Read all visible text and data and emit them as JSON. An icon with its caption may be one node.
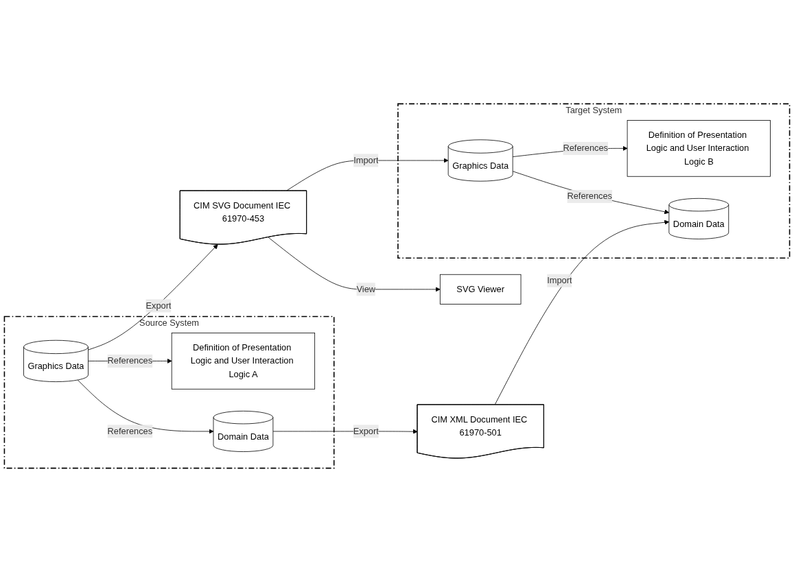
{
  "diagram": {
    "nodes": [
      {
        "text": [
          "Source System"
        ]
      },
      {
        "text": [
          "Definition of Presentation Logic and User Interaction Logic A"
        ],
        "in": 0
      },
      {
        "text": [
          "Graphics Data"
        ],
        "in": 0
      },
      {
        "text": [
          "Domain Data"
        ],
        "in": 0
      },
      {
        "text": [
          "SVG Viewer"
        ]
      },
      {
        "text": [
          "CIM SVG Document IEC 61970-453"
        ]
      },
      {
        "text": [
          "CIM XML Document IEC 61970-501"
        ]
      },
      {
        "text": [
          "Target System"
        ]
      },
      {
        "text": [
          "Definition of Presentation Logic and User Interaction Logic B"
        ],
        "in": 7
      },
      {
        "text": [
          "Graphics Data"
        ],
        "in": 7
      },
      {
        "text": [
          "Domain Data"
        ],
        "in": 7
      }
    ],
    "edges": [
      {
        "from": 2,
        "to": 1,
        "arrow": "to",
        "label": "References"
      },
      {
        "from": 2,
        "to": 3,
        "arrow": "to",
        "label": "References"
      },
      {
        "from": 5,
        "to": 4,
        "arrow": "to",
        "label": "View"
      },
      {
        "from": 2,
        "to": 5,
        "arrow": "to",
        "label": "Export"
      },
      {
        "from": 3,
        "to": 6,
        "arrow": "to",
        "label": "Export"
      },
      {
        "from": 5,
        "to": 9,
        "arrow": "to",
        "label": "Import"
      },
      {
        "from": 6,
        "to": 10,
        "arrow": "to",
        "label": "Import"
      },
      {
        "from": 9,
        "to": 8,
        "arrow": "to",
        "label": "References"
      },
      {
        "from": 9,
        "to": 10,
        "arrow": "to",
        "label": "References"
      }
    ]
  }
}
